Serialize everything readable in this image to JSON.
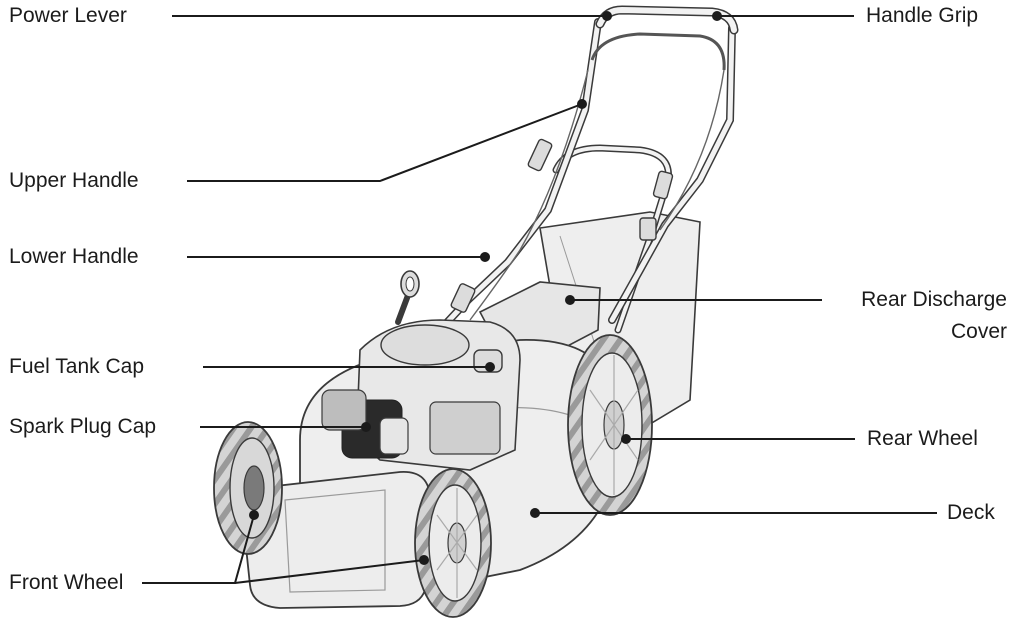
{
  "labels": {
    "power_lever": "Power Lever",
    "handle_grip": "Handle Grip",
    "upper_handle": "Upper Handle",
    "lower_handle": "Lower Handle",
    "rear_discharge_cover_line1": "Rear Discharge",
    "rear_discharge_cover_line2": "Cover",
    "fuel_tank_cap": "Fuel Tank Cap",
    "spark_plug_cap": "Spark Plug Cap",
    "rear_wheel": "Rear Wheel",
    "deck": "Deck",
    "front_wheel": "Front Wheel"
  },
  "colors": {
    "line": "#1b1b1b",
    "outline": "#3a3a3a",
    "body_fill": "#eeeeee",
    "tire_fill": "#d9d9d9",
    "engine_dark": "#2a2a2a"
  }
}
